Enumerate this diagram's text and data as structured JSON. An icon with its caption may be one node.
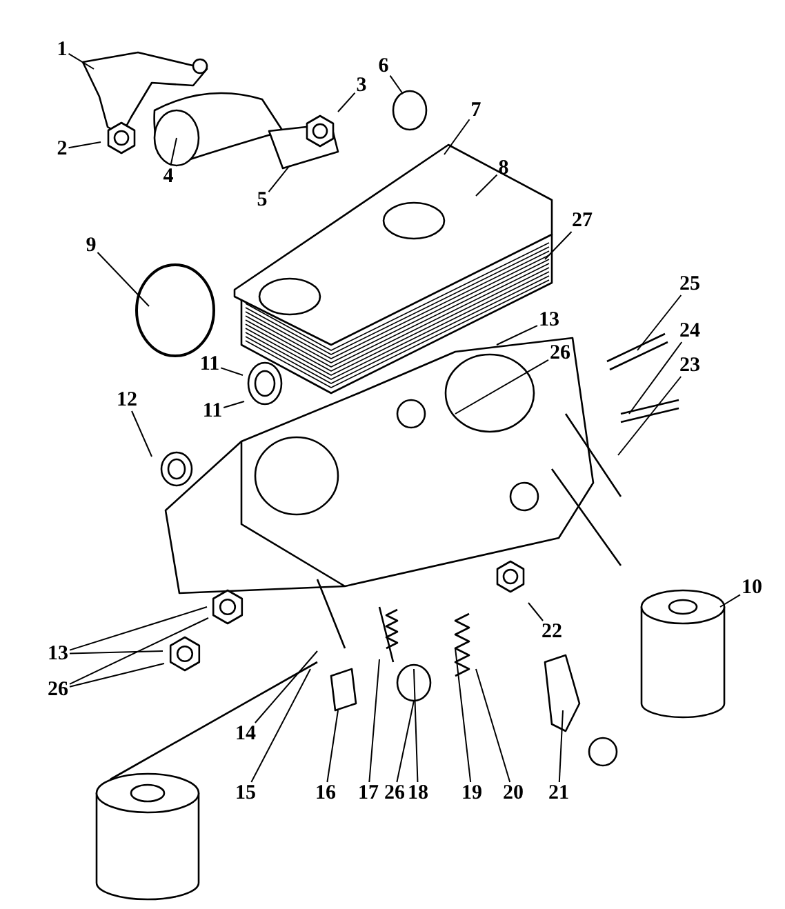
{
  "diagram": {
    "nodes": [
      {
        "text": [
          "1"
        ]
      },
      {
        "text": [
          "6"
        ]
      },
      {
        "text": [
          "3"
        ]
      },
      {
        "text": [
          "7"
        ]
      },
      {
        "text": [
          "2"
        ]
      },
      {
        "text": [
          "8"
        ]
      },
      {
        "text": [
          "4"
        ]
      },
      {
        "text": [
          "5"
        ]
      },
      {
        "text": [
          "27"
        ]
      },
      {
        "text": [
          "9"
        ]
      },
      {
        "text": [
          "25"
        ]
      },
      {
        "text": [
          "13"
        ]
      },
      {
        "text": [
          "24"
        ]
      },
      {
        "text": [
          "26"
        ]
      },
      {
        "text": [
          "23"
        ]
      },
      {
        "text": [
          "11"
        ]
      },
      {
        "text": [
          "12"
        ]
      },
      {
        "text": [
          "11"
        ]
      },
      {
        "text": [
          "10"
        ]
      },
      {
        "text": [
          "22"
        ]
      },
      {
        "text": [
          "13"
        ]
      },
      {
        "text": [
          "26"
        ]
      },
      {
        "text": [
          "14"
        ]
      },
      {
        "text": [
          "15"
        ]
      },
      {
        "text": [
          "16"
        ]
      },
      {
        "text": [
          "17"
        ]
      },
      {
        "text": [
          "26"
        ]
      },
      {
        "text": [
          "18"
        ]
      },
      {
        "text": [
          "19"
        ]
      },
      {
        "text": [
          "20"
        ]
      },
      {
        "text": [
          "21"
        ]
      }
    ],
    "edges": [
      {
        "from": 0,
        "to": null,
        "arrow": "none"
      },
      {
        "from": 1,
        "to": null,
        "arrow": "none"
      },
      {
        "from": 2,
        "to": null,
        "arrow": "none"
      },
      {
        "from": 3,
        "to": null,
        "arrow": "none"
      },
      {
        "from": 4,
        "to": null,
        "arrow": "none"
      },
      {
        "from": 5,
        "to": null,
        "arrow": "none"
      },
      {
        "from": 6,
        "to": null,
        "arrow": "none"
      },
      {
        "from": 7,
        "to": null,
        "arrow": "none"
      },
      {
        "from": 8,
        "to": null,
        "arrow": "none"
      },
      {
        "from": 9,
        "to": null,
        "arrow": "none"
      },
      {
        "from": 10,
        "to": null,
        "arrow": "none"
      },
      {
        "from": 11,
        "to": null,
        "arrow": "none"
      },
      {
        "from": 12,
        "to": null,
        "arrow": "none"
      },
      {
        "from": 13,
        "to": null,
        "arrow": "none"
      },
      {
        "from": 14,
        "to": null,
        "arrow": "none"
      },
      {
        "from": 15,
        "to": null,
        "arrow": "none"
      },
      {
        "from": 16,
        "to": null,
        "arrow": "none"
      },
      {
        "from": 17,
        "to": null,
        "arrow": "none"
      },
      {
        "from": 18,
        "to": null,
        "arrow": "none"
      },
      {
        "from": 19,
        "to": null,
        "arrow": "none"
      },
      {
        "from": 20,
        "to": null,
        "arrow": "none"
      },
      {
        "from": 20,
        "to": null,
        "arrow": "none"
      },
      {
        "from": 21,
        "to": null,
        "arrow": "none"
      },
      {
        "from": 21,
        "to": null,
        "arrow": "none"
      },
      {
        "from": 22,
        "to": null,
        "arrow": "none"
      },
      {
        "from": 23,
        "to": null,
        "arrow": "none"
      },
      {
        "from": 24,
        "to": null,
        "arrow": "none"
      },
      {
        "from": 25,
        "to": null,
        "arrow": "none"
      },
      {
        "from": 26,
        "to": null,
        "arrow": "none"
      },
      {
        "from": 27,
        "to": null,
        "arrow": "none"
      },
      {
        "from": 28,
        "to": null,
        "arrow": "none"
      },
      {
        "from": 29,
        "to": null,
        "arrow": "none"
      },
      {
        "from": 30,
        "to": null,
        "arrow": "none"
      }
    ]
  }
}
